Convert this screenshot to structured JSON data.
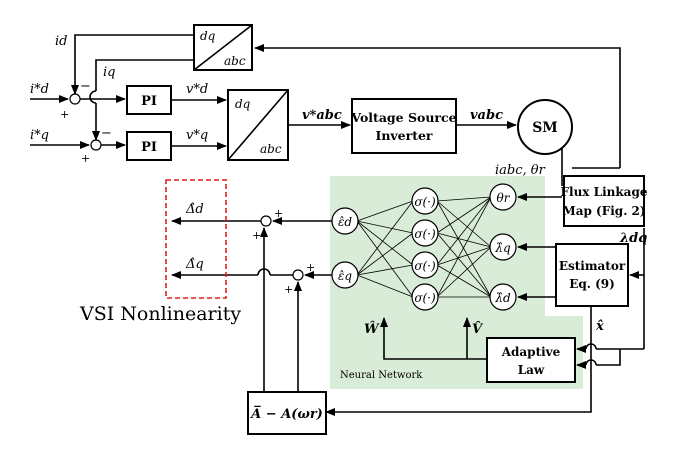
{
  "blocks": {
    "dq_abc_feedback": {
      "top": "dq",
      "bottom": "abc"
    },
    "dq_abc_forward": {
      "top": "dq",
      "bottom": "abc"
    },
    "pi_d": "PI",
    "pi_q": "PI",
    "vsi": {
      "line1": "Voltage Source",
      "line2": "Inverter"
    },
    "sm": "SM",
    "flux_map": {
      "line1": "Flux Linkage",
      "line2": "Map (Fig. 2)"
    },
    "estimator": {
      "line1": "Estimator",
      "line2": "Eq. (9)"
    },
    "adaptive_law": {
      "line1": "Adaptive",
      "line2": "Law"
    },
    "abar_block": "A̅ − A(ωr)"
  },
  "signals": {
    "i_d": "id",
    "i_q": "iq",
    "i_d_ref": "i*d",
    "i_q_ref": "i*q",
    "v_d_ref": "v*d",
    "v_q_ref": "v*q",
    "v_abc_ref": "v*abc",
    "v_abc": "vabc",
    "i_abc_theta": "iabc, θr",
    "lambda_dq": "λdq",
    "x_hat": "x̂",
    "W_hat": "Ŵ",
    "V_hat": "V̂",
    "delta_d": "Δ̂d",
    "delta_q": "Δ̂q"
  },
  "signs": {
    "minus": "−",
    "plus": "+"
  },
  "neural_network": {
    "label": "Neural Network",
    "output_nodes": [
      "ε̂d",
      "ε̂q"
    ],
    "hidden_nodes": [
      "σ(·)",
      "σ(·)",
      "σ(·)",
      "σ(·)"
    ],
    "input_nodes": [
      "θr",
      "λ̂q",
      "λ̂d"
    ],
    "background": "#d9ecd7"
  },
  "annotation": {
    "text": "VSI Nonlinearity",
    "box_color": "#e02020"
  }
}
